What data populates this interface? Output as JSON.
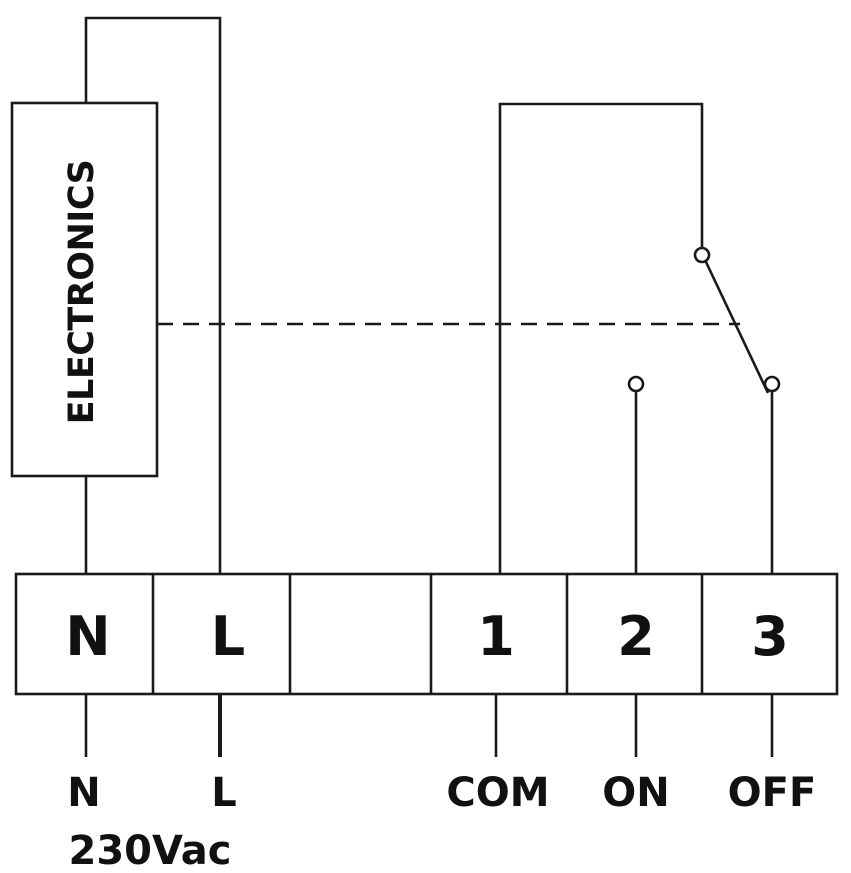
{
  "electronics": {
    "label": "ELECTRONICS"
  },
  "terminal_block": {
    "terminals": [
      {
        "id": "n",
        "label": "N"
      },
      {
        "id": "l",
        "label": "L"
      },
      {
        "id": "blank",
        "label": ""
      },
      {
        "id": "t1",
        "label": "1"
      },
      {
        "id": "t2",
        "label": "2"
      },
      {
        "id": "t3",
        "label": "3"
      }
    ]
  },
  "bottom_labels": {
    "n": "N",
    "l": "L",
    "com": "COM",
    "on": "ON",
    "off": "OFF",
    "supply": "230Vac"
  },
  "colors": {
    "line": "#1a1a1a",
    "text": "#111111",
    "background": "#ffffff"
  }
}
